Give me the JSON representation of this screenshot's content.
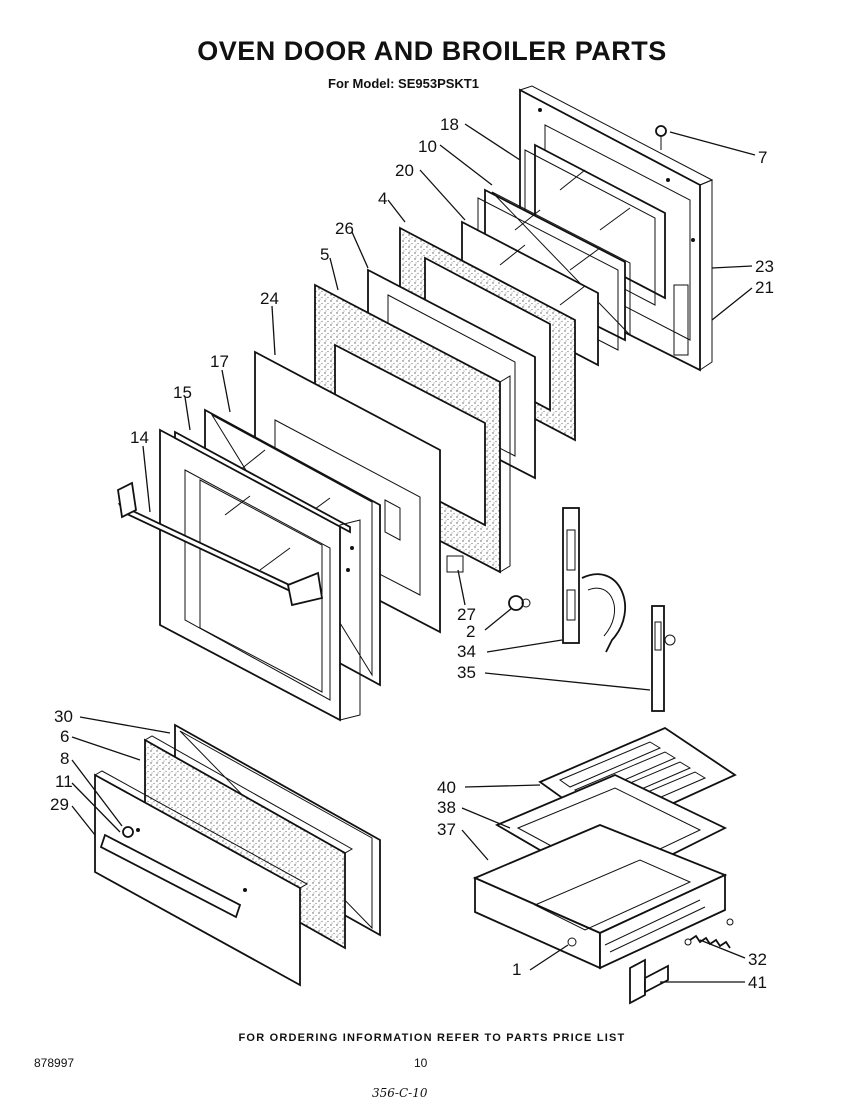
{
  "title": "OVEN DOOR AND BROILER PARTS",
  "model_line": "For Model: SE953PSKT1",
  "footer_note": "FOR ORDERING INFORMATION REFER TO PARTS PRICE LIST",
  "doc_number": "878997",
  "page_number": "10",
  "handwritten_note": "356-C-10",
  "callouts": {
    "c7": "7",
    "c18": "18",
    "c10": "10",
    "c20": "20",
    "c4": "4",
    "c26": "26",
    "c5": "5",
    "c24": "24",
    "c17": "17",
    "c15": "15",
    "c14": "14",
    "c23": "23",
    "c21": "21",
    "c27": "27",
    "c2": "2",
    "c34": "34",
    "c35": "35",
    "c30": "30",
    "c6": "6",
    "c8": "8",
    "c11": "11",
    "c29": "29",
    "c40": "40",
    "c38": "38",
    "c37": "37",
    "c1": "1",
    "c32": "32",
    "c41": "41"
  }
}
